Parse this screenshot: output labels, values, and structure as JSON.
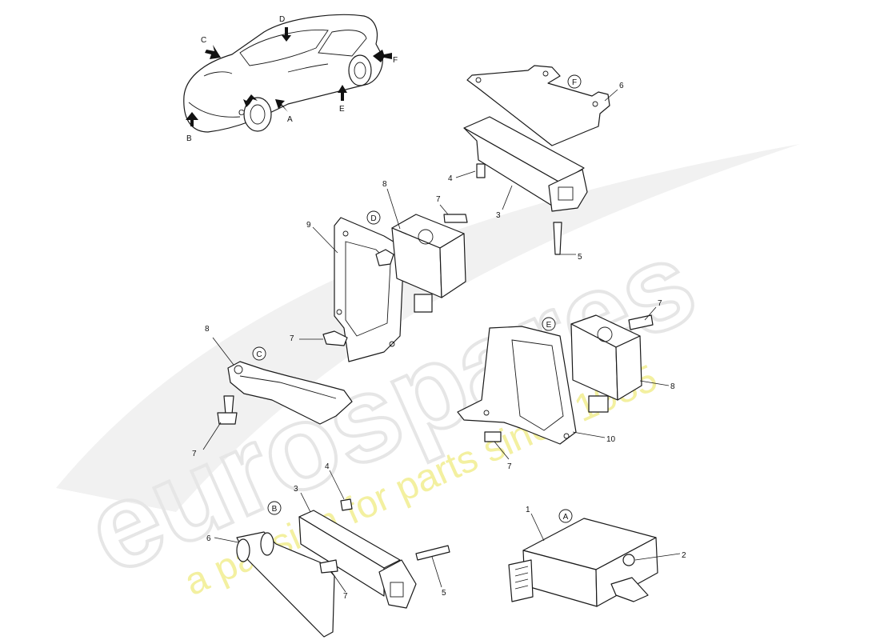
{
  "watermark": {
    "brand": "eurospares",
    "tagline": "a passion for parts since 1985",
    "brand_color": "#e6e6e6",
    "tagline_color": "#f3f0a0"
  },
  "vehicle_locations": [
    "A",
    "B",
    "C",
    "C",
    "D",
    "E",
    "F"
  ],
  "section_labels": [
    "F",
    "D",
    "E",
    "C",
    "B",
    "A"
  ],
  "part_numbers": [
    "6",
    "4",
    "3",
    "5",
    "8",
    "7",
    "9",
    "7",
    "8",
    "7",
    "8",
    "10",
    "7",
    "7",
    "4",
    "3",
    "6",
    "7",
    "5",
    "1",
    "2"
  ]
}
